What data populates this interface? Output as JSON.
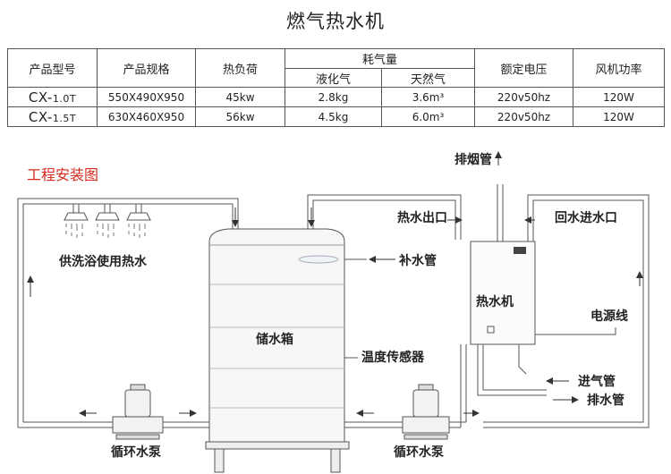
{
  "title": "燃气热水机",
  "table": {
    "headers": {
      "model": "产品型号",
      "spec": "产品规格",
      "heat_load": "热负荷",
      "gas_consumption": "耗气量",
      "lpg": "液化气",
      "natural_gas": "天然气",
      "voltage": "额定电压",
      "fan_power": "风机功率"
    },
    "rows": [
      {
        "model_prefix": "CX-",
        "model_suffix": "1.0T",
        "spec": "550X490X950",
        "heat_load": "45kw",
        "lpg": "2.8kg",
        "natural_gas": "3.6m³",
        "voltage": "220v50hz",
        "fan_power": "120W"
      },
      {
        "model_prefix": "CX-",
        "model_suffix": "1.5T",
        "spec": "630X460X950",
        "heat_load": "56kw",
        "lpg": "4.5kg",
        "natural_gas": "6.0m³",
        "voltage": "220v50hz",
        "fan_power": "120W"
      }
    ]
  },
  "diagram": {
    "section_title": "工程安装图",
    "labels": {
      "flue": "排烟管",
      "hot_water_out": "热水出口",
      "return_in": "回水进水口",
      "supply": "供洗浴使用热水",
      "makeup": "补水管",
      "heater": "热水机",
      "power": "电源线",
      "tank": "储水箱",
      "temp_sensor": "温度传感器",
      "gas_in": "进气管",
      "drain": "排水管",
      "pump_left": "循环水泵",
      "pump_right": "循环水泵"
    },
    "colors": {
      "accent_red": "#d52b1e",
      "line": "#555555",
      "tank_fill": "#f7f7f7"
    }
  }
}
